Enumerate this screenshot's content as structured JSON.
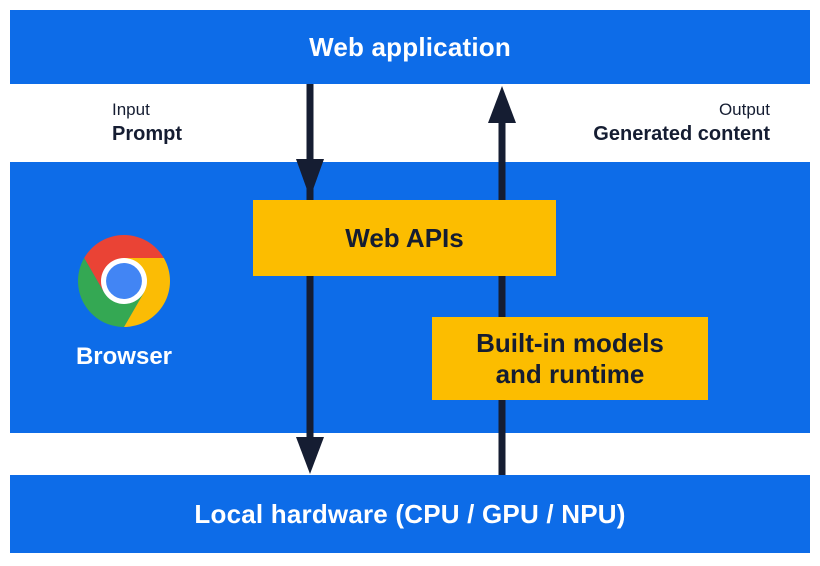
{
  "diagram": {
    "top_band": {
      "label": "Web application"
    },
    "io_labels": {
      "input_title": "Input",
      "input_value": "Prompt",
      "output_title": "Output",
      "output_value": "Generated content"
    },
    "browser": {
      "label": "Browser",
      "logo": "chrome-logo"
    },
    "boxes": {
      "web_apis": "Web APIs",
      "builtin_line1": "Built-in models",
      "builtin_line2": "and runtime"
    },
    "bottom_band": {
      "label": "Local hardware (CPU / GPU / NPU)"
    },
    "arrows": [
      {
        "name": "input-down-arrow",
        "direction": "down"
      },
      {
        "name": "output-up-arrow",
        "direction": "up"
      }
    ]
  },
  "colors": {
    "band_blue": "#0d6ce8",
    "box_yellow": "#fcbd00",
    "ink_navy": "#151d32",
    "text_white": "#ffffff",
    "chrome_red": "#ea4335",
    "chrome_green": "#34a853",
    "chrome_yellow": "#fbbc05",
    "chrome_blue": "#4285f4"
  }
}
